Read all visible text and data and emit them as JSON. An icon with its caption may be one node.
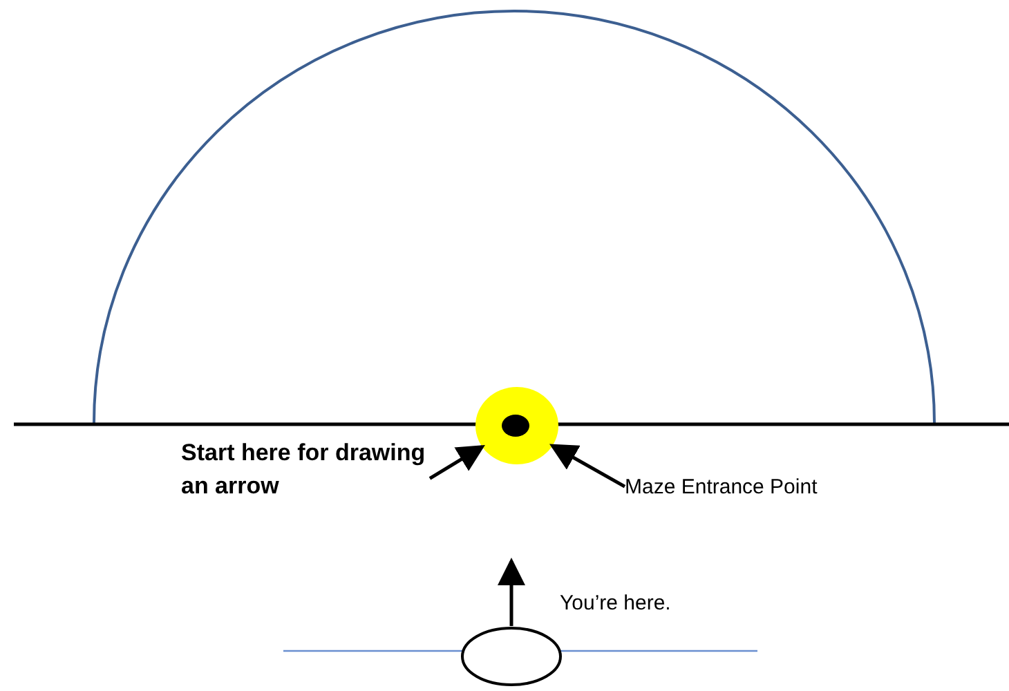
{
  "diagram": {
    "nodes": [
      {
        "text": [
          "Start here for drawing an arrow"
        ]
      },
      {
        "text": [],
        "shape": "circle"
      },
      {
        "text": [
          "Maze Entrance Point"
        ]
      },
      {
        "text": [],
        "shape": "circle",
        "beside": [
          "You’re here."
        ]
      }
    ],
    "edges": [
      {
        "from": 0,
        "to": 1,
        "arrow": "to"
      },
      {
        "from": 2,
        "to": 1,
        "arrow": "to"
      },
      {
        "from": 3,
        "to": null,
        "arrow": "to"
      }
    ]
  }
}
